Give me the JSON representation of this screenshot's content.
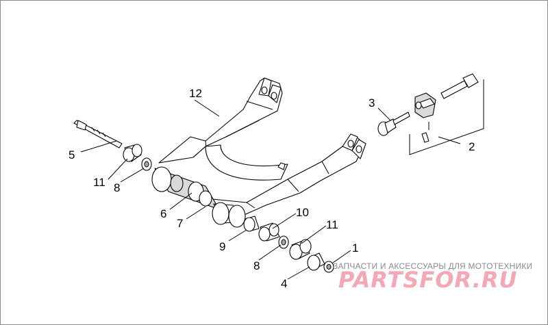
{
  "callouts": {
    "c1": "1",
    "c2": "2",
    "c3": "3",
    "c4": "4",
    "c5": "5",
    "c6": "6",
    "c7": "7",
    "c8a": "8",
    "c8b": "8",
    "c9": "9",
    "c10": "10",
    "c11a": "11",
    "c11b": "11",
    "c12": "12"
  },
  "watermark": {
    "tagline": "ЗАПЧАСТИ И АКСЕССУАРЫ ДЛЯ МОТОТЕХНИКИ",
    "logo": "PARTSFOR.RU",
    "tagline_color": "#8a8a8a",
    "logo_color": "#f4a7b4"
  },
  "colors": {
    "line": "#000000",
    "background": "#ffffff",
    "frame": "#8a8a8a"
  }
}
